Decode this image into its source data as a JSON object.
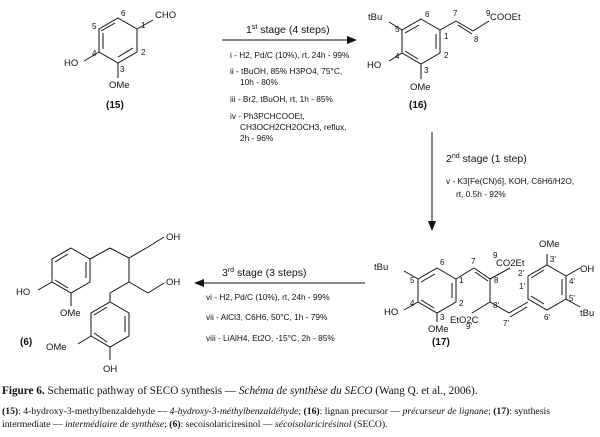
{
  "stages": [
    {
      "title": "1st stage (4 steps)",
      "title_sup": "st",
      "title_pre": "1",
      "title_post": " stage (4 steps)"
    },
    {
      "title_pre": "2",
      "title_sup": "nd",
      "title_post": " stage (1 step)"
    },
    {
      "title_pre": "3",
      "title_sup": "rd",
      "title_post": " stage (3 steps)"
    }
  ],
  "stage1_conditions": {
    "i": "i - H2, Pd/C (10%), rt, 24h - 99%",
    "ii_a": "ii - tBuOH, 85% H3PO4, 75°C,",
    "ii_b": "10h - 80%",
    "iii": "iii - Br2, tBuOH, rt, 1h - 85%",
    "iv_a": "iv - Ph3PCHCOOEt,",
    "iv_b": "CH3OCH2CH2OCH3, reflux,",
    "iv_c": "2h - 96%"
  },
  "stage2_conditions": {
    "v_a": "v - K3[Fe(CN)6], KOH, C6H6/H2O,",
    "v_b": "rt, 0.5h - 92%"
  },
  "stage3_conditions": {
    "vi": "vi - H2, Pd/C (10%), rt, 24h - 99%",
    "vii": "vii - AlCl3, C6H6, 50°C, 1h - 79%",
    "viii": "viii - LiAlH4, Et2O, -15°C, 2h - 85%"
  },
  "compounds": {
    "c15": "(15)",
    "c16": "(16)",
    "c17": "(17)",
    "c6": "(6)"
  },
  "atoms": {
    "cho": "CHO",
    "oh": "HO",
    "ome": "OMe",
    "tbu": "tBu",
    "cooet": "COOEt",
    "co2et": "CO2Et",
    "eto2c": "EtO2C",
    "oh_right": "OH"
  },
  "caption": {
    "label": "Figure 6.",
    "text_en": " Schematic pathway of SECO synthesis — ",
    "text_fr": "Schéma de synthèse du SECO",
    "ref": " (Wang Q. et al., 2006)."
  },
  "legend": {
    "c15_num": "(15)",
    "c15_en": ": 4-hydroxy-3-methylbenzaldehyde — ",
    "c15_fr": "4-hydroxy-3-méthylbenzaldéhyde",
    "c16_num": "(16)",
    "c16_en": ": lignan precursor — ",
    "c16_fr": "précurseur de lignane",
    "c17_num": "(17)",
    "c17_en": ": synthesis intermediate — ",
    "c17_fr": "intermédiaire de synthèse",
    "c6_num": "(6)",
    "c6_en": ": secoisolariciresinol — ",
    "c6_fr": "sécoisolaricirésinol",
    "tail": " (SECO)."
  }
}
